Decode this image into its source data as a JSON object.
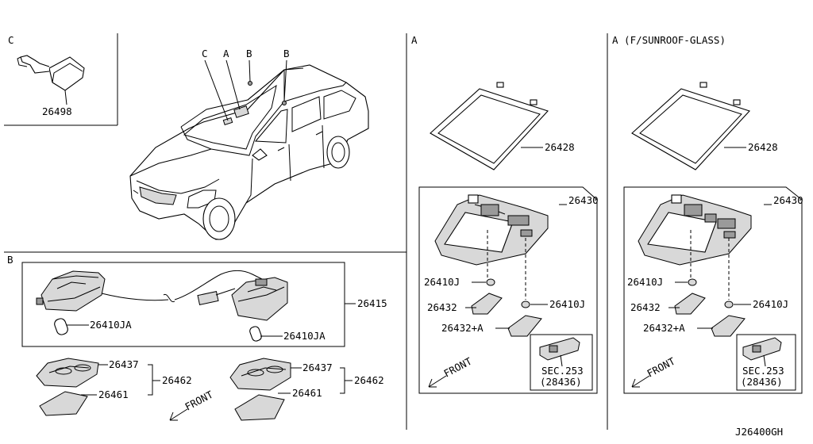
{
  "diagram_id": "J26400GH",
  "sections": {
    "c": {
      "title": "C",
      "part": "26498"
    },
    "car": {
      "callout_c": "C",
      "callout_a": "A",
      "callout_b1": "B",
      "callout_b2": "B"
    },
    "b": {
      "title": "B",
      "bulb_left": "26410JA",
      "bulb_right": "26410JA",
      "harness": "26415",
      "left_lamp": {
        "frame": "26437",
        "lens": "26461",
        "assy": "26462"
      },
      "right_lamp": {
        "frame": "26437",
        "lens": "26461",
        "assy": "26462"
      },
      "front": "FRONT"
    },
    "a": {
      "title": "A",
      "frame": "26428",
      "console": "26430",
      "bulb_left": "26410J",
      "bulb_right": "26410J",
      "lens_left": "26432",
      "lens_right": "26432+A",
      "sec_line1": "SEC.253",
      "sec_line2": "(28436)",
      "front": "FRONT"
    },
    "a_sunroof": {
      "title": "A (F/SUNROOF-GLASS)",
      "frame": "26428",
      "console": "26430",
      "bulb_left": "26410J",
      "bulb_right": "26410J",
      "lens_left": "26432",
      "lens_right": "26432+A",
      "sec_line1": "SEC.253",
      "sec_line2": "(28436)",
      "front": "FRONT"
    }
  }
}
